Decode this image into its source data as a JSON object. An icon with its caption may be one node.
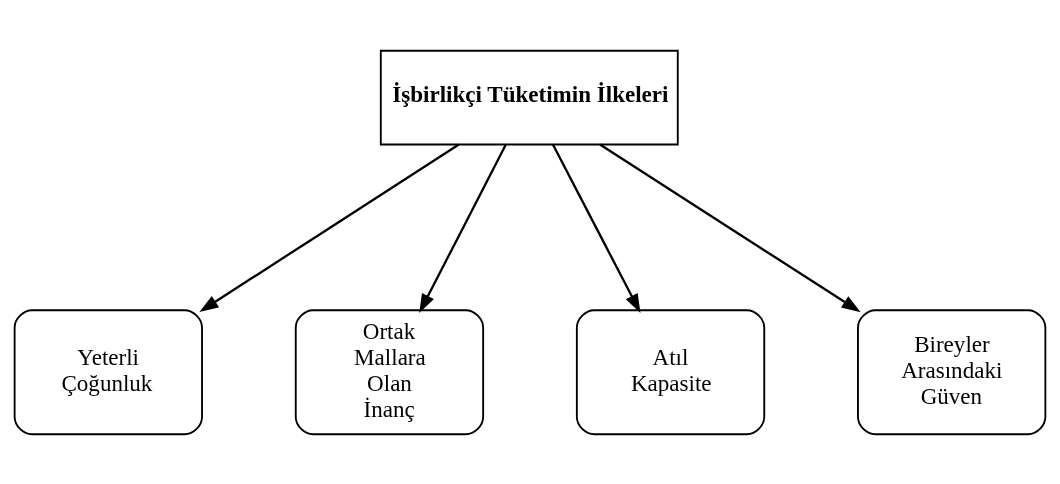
{
  "diagram": {
    "nodes": [
      {
        "text": [
          "İşbirlikçi Tüketimin İlkeleri"
        ]
      },
      {
        "text": [
          "Yeterli Çoğunluk"
        ]
      },
      {
        "text": [
          "Ortak Mallara Olan İnanç"
        ]
      },
      {
        "text": [
          "Atıl Kapasite"
        ]
      },
      {
        "text": [
          "Bireyler Arasındaki Güven"
        ]
      }
    ],
    "edges": [
      {
        "from": 0,
        "to": 1,
        "arrow": "to"
      },
      {
        "from": 0,
        "to": 2,
        "arrow": "to"
      },
      {
        "from": 0,
        "to": 3,
        "arrow": "to"
      },
      {
        "from": 0,
        "to": 4,
        "arrow": "to"
      }
    ]
  }
}
